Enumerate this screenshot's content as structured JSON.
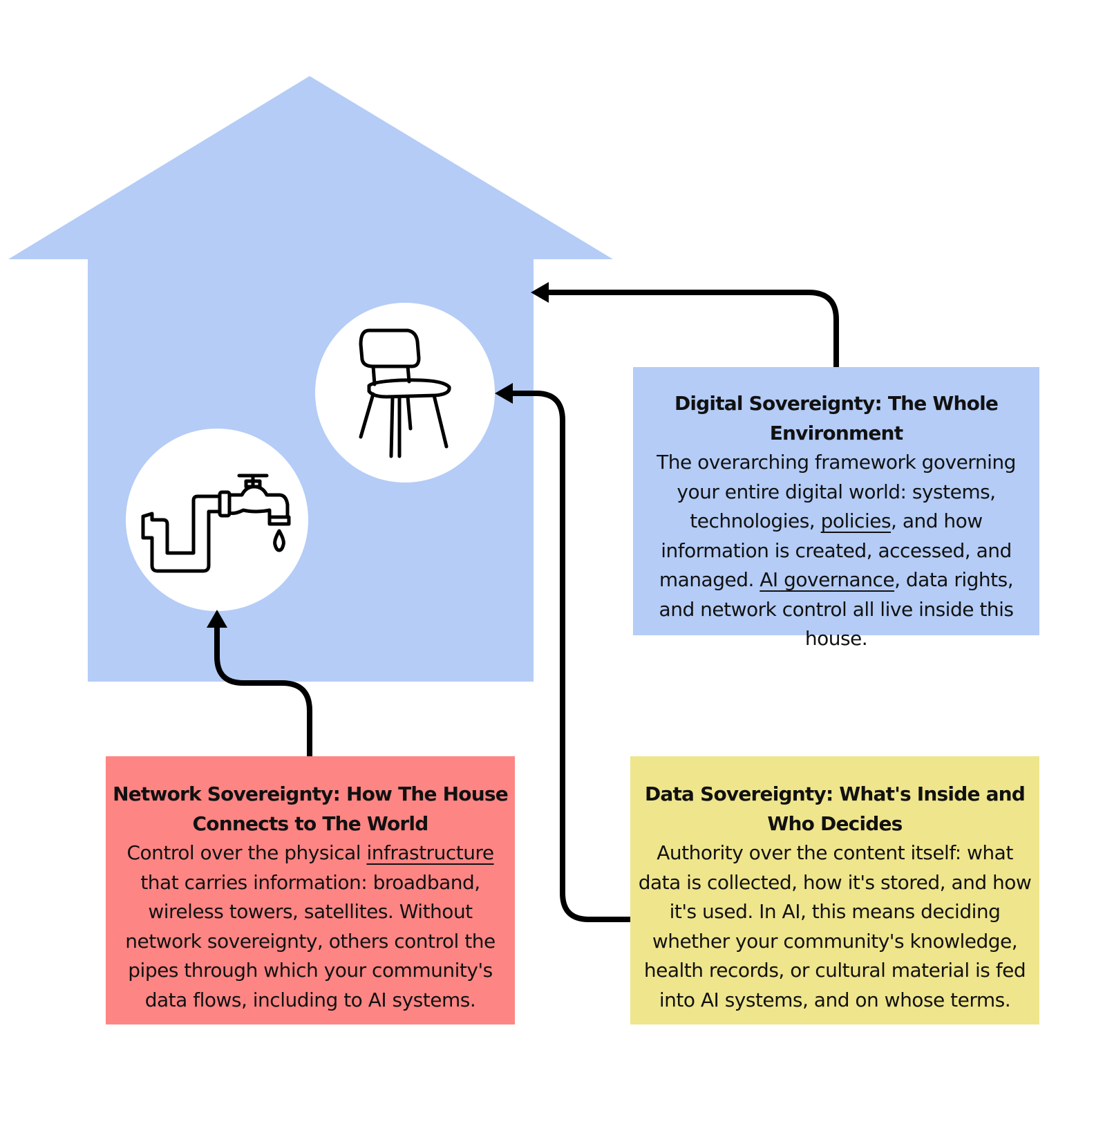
{
  "colors": {
    "house": "#b4ccf6",
    "digital_box": "#b4ccf6",
    "network_box": "#fd8584",
    "data_box": "#efe58c",
    "circle": "#ffffff",
    "arrow": "#000000"
  },
  "icons": {
    "tap": "water-tap-pipe-icon",
    "chair": "chair-icon"
  },
  "digital": {
    "title": "Digital Sovereignty: The Whole Environment",
    "body_1": "The overarching framework governing your entire digital world: systems, technologies, ",
    "link_1": "policies",
    "body_2": ", and how information is created, accessed, and managed. ",
    "link_2": "AI governance",
    "body_3": ", data rights, and network control all live inside this house."
  },
  "network": {
    "title": "Network Sovereignty: How The House Connects to The World",
    "body_1": "Control over the physical ",
    "link_1": "infrastructure",
    "body_2": " that carries information: broadband, wireless towers, satellites. Without network sovereignty, others control the pipes through which your community's data flows, including to AI systems."
  },
  "data": {
    "title": "Data Sovereignty: What's Inside and Who Decides",
    "body": "Authority over the content itself: what data is collected, how it's stored, and how it's used. In AI, this means deciding whether your community's knowledge, health records, or cultural material is fed into AI systems, and on whose terms."
  }
}
